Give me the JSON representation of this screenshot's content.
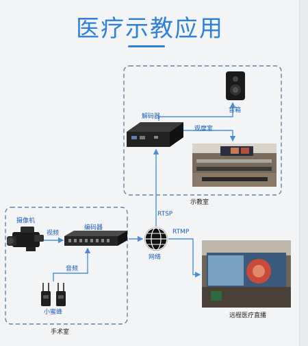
{
  "title": "医疗示教应用",
  "colors": {
    "accent": "#2f7fdc",
    "box_border": "#5d83a8",
    "arrow": "#4a8fd8"
  },
  "labels": {
    "speaker": "音箱",
    "decoder": "解码器",
    "observation": "观摩室",
    "teaching_room": "示教室",
    "rtsp": "RTSP",
    "rtmp": "RTMP",
    "camera": "摄像机",
    "video": "视频",
    "encoder": "编码器",
    "audio": "音频",
    "network": "网络",
    "mic": "小蜜蜂",
    "operating_room": "手术室",
    "remote_live": "远程医疗直播"
  }
}
